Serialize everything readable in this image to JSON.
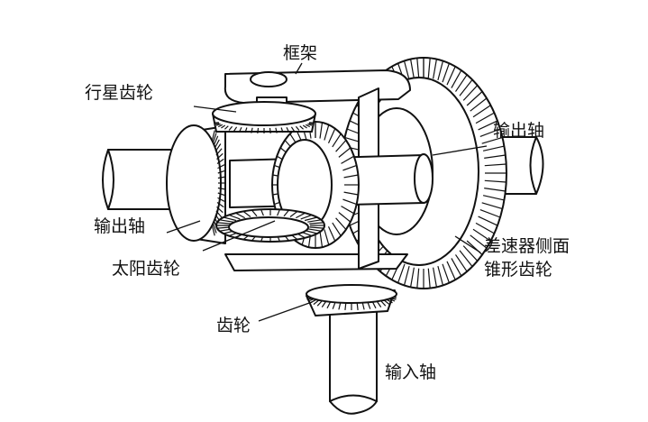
{
  "labels": {
    "frame": "框架",
    "planet_gear": "行星齿轮",
    "output_shaft_right": "输出轴",
    "output_shaft_left": "输出轴",
    "sun_gear": "太阳齿轮",
    "diff_side_bevel_gear_line1": "差速器侧面",
    "diff_side_bevel_gear_line2": "锥形齿轮",
    "pinion_gear": "齿轮",
    "input_shaft": "输入轴"
  }
}
